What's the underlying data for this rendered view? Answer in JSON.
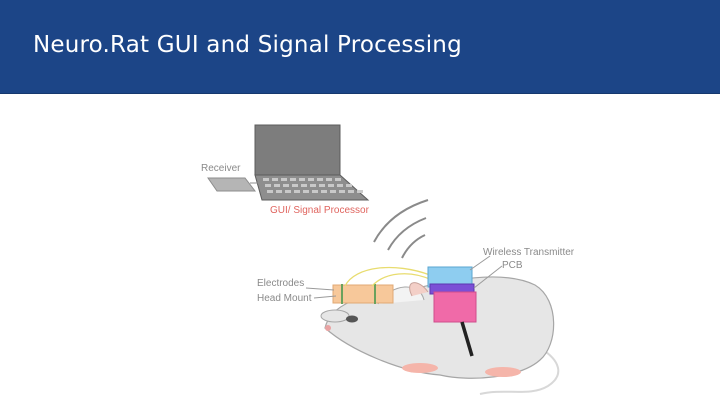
{
  "slide": {
    "title": "Neuro.Rat GUI and Signal Processing"
  },
  "diagram": {
    "labels": {
      "receiver": "Receiver",
      "gui_signal_processor": "GUI/ Signal Processor",
      "wireless_transmitter": "Wireless Transmitter",
      "pcb": "PCB",
      "electrodes": "Electrodes",
      "head_mount": "Head Mount"
    },
    "colors": {
      "header": "#1c4587",
      "gui_label": "#e0655f",
      "transmitter": "#8ecdf0",
      "pcb": "#7b4fd6",
      "battery_pack": "#f06aa8",
      "head_mount": "#f7c89a",
      "rat_body": "#e6e6e6"
    }
  }
}
